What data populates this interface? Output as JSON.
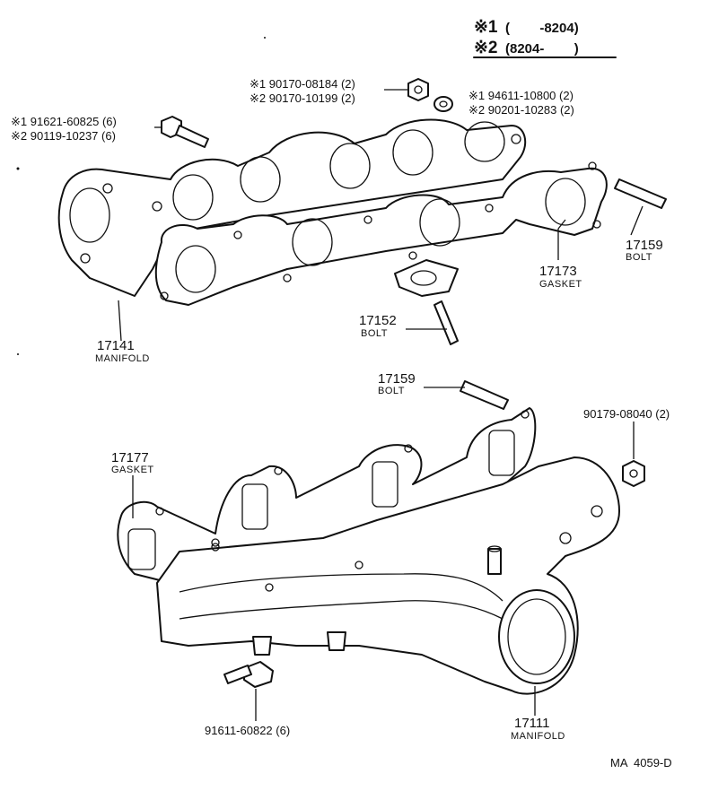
{
  "legend": {
    "line1_mark": "※1",
    "line1_text": "(        -8204)",
    "line2_mark": "※2",
    "line2_text": "(8204-        )"
  },
  "labels": {
    "nut_top_1": "※1 90170-08184 (2)",
    "nut_top_2": "※2 90170-10199 (2)",
    "washer_1": "※1 94611-10800 (2)",
    "washer_2": "※2 90201-10283 (2)",
    "bolt_left_1": "※1 91621-60825 (6)",
    "bolt_left_2": "※2 90119-10237 (6)",
    "stud_right_num": "17159",
    "stud_right_name": "BOLT",
    "gasket_upper_num": "17173",
    "gasket_upper_name": "GASKET",
    "stud_mid_num": "17152",
    "stud_mid_name": "BOLT",
    "manifold_upper_num": "17141",
    "manifold_upper_name": "MANIFOLD",
    "stud_lower_num": "17159",
    "stud_lower_name": "BOLT",
    "nut_lower": "90179-08040 (2)",
    "gasket_lower_num": "17177",
    "gasket_lower_name": "GASKET",
    "bolt_lower": "91611-60822 (6)",
    "manifold_lower_num": "17111",
    "manifold_lower_name": "MANIFOLD",
    "code": "MA  4059-D"
  }
}
